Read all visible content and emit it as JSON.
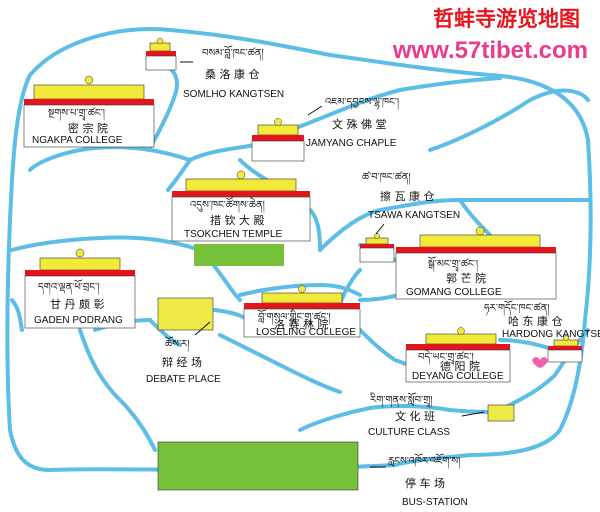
{
  "header": {
    "title": "哲蚌寺游览地图",
    "url": "www.57tibet.com"
  },
  "colors": {
    "path": "#5cbde6",
    "roof": "#f2ea38",
    "red": "#e4161b",
    "field": "#78c13a",
    "yard": "#eeea46",
    "pink": "#f25fa8",
    "brand_red": "#e8141d",
    "brand_pink": "#ea3c8c"
  },
  "places": {
    "somlho": {
      "tib": "བསམ་བློ་ཁང་ཚན།",
      "zh": "桑 洛 康 仓",
      "en": "SOMLHO KANGTSEN"
    },
    "ngakpa": {
      "tib": "སྔགས་པ་གྲྭ་ཚང་།",
      "zh": "密 宗 院",
      "en": "NGAKPA COLLEGE"
    },
    "jamyang": {
      "tib": "འཇམ་དབྱངས་ལྷ་ཁང་།",
      "zh": "文 殊 佛 堂",
      "en": "JAMYANG CHAPLE"
    },
    "tsokchen": {
      "tib": "འདུས་ཁང་ཚོགས་ཆེན།",
      "zh": "措 钦 大 殿",
      "en": "TSOKCHEN TEMPLE"
    },
    "tsawa": {
      "tib": "ཚ་བ་ཁང་ཚན།",
      "zh": "擦 瓦 康 仓",
      "en": "TSAWA KANGTSEN"
    },
    "gaden": {
      "tib": "དགའ་ལྡན་ཕོ་བྲང་།",
      "zh": "甘 丹 颇 彰",
      "en": "GADEN PODRANG"
    },
    "gomang": {
      "tib": "སྒོ་མང་གྲྭ་ཚང་།",
      "zh": "郭 芒 院",
      "en": "GOMANG COLLEGE"
    },
    "loseling": {
      "tib": "བློ་གསལ་གླིང་གྲྭ་ཚང་།",
      "zh": "洛 赛 林 院",
      "en": "LOSELING COLLEGE"
    },
    "hardong": {
      "tib": "ཧར་གདོང་ཁང་ཚན།",
      "zh": "哈 东 康 仓",
      "en": "HARDONG KANGTSEN"
    },
    "debate": {
      "tib": "ཆོས་ར།",
      "zh": "辩 经 场",
      "en": "DEBATE PLACE"
    },
    "deyang": {
      "tib": "བདེ་ཡང་གྲྭ་ཚང་།",
      "zh": "德 阳 院",
      "en": "DEYANG COLLEGE"
    },
    "culture": {
      "tib": "རིག་གནས་སློབ་གྲྭ།",
      "zh": "文 化 班",
      "en": "CULTURE CLASS"
    },
    "bus": {
      "tib": "རླངས་འཁོར་འཇོག་ས།",
      "zh": "停 车 场",
      "en": "BUS-STATION"
    }
  }
}
